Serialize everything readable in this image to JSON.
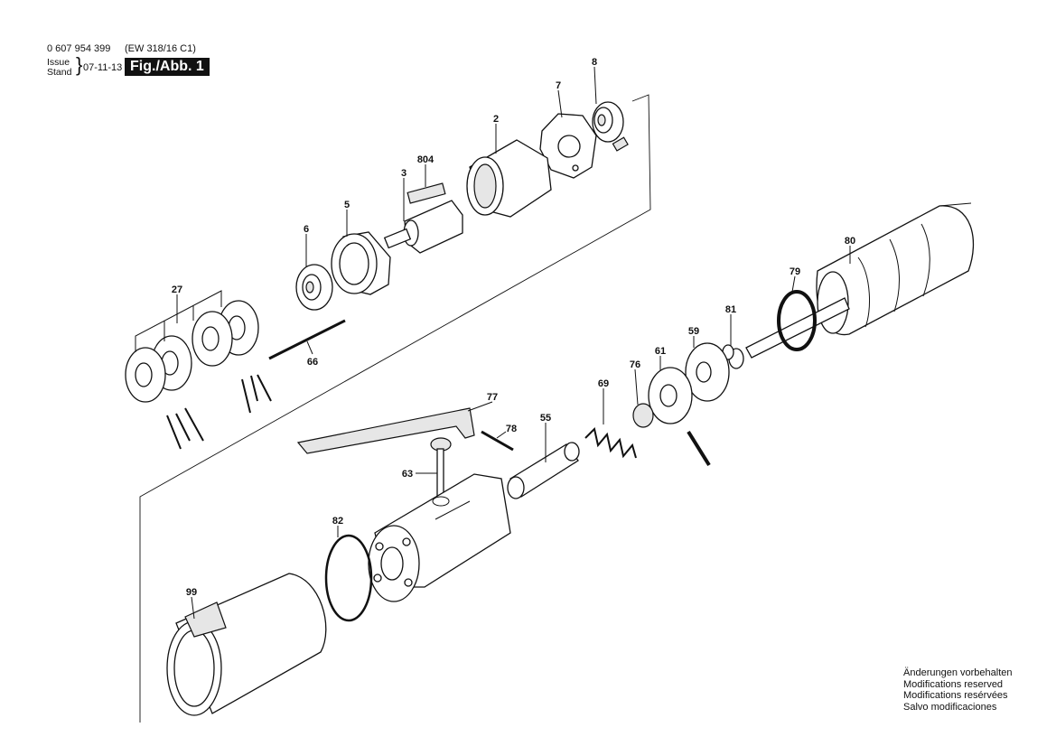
{
  "header": {
    "document_number": "0 607 954 399",
    "model": "(EW 318/16 C1)",
    "issue_label": "Issue",
    "stand_label": "Stand",
    "date": "07-11-13",
    "figure": "Fig./Abb. 1"
  },
  "notes": [
    "Änderungen vorbehalten",
    "Modifications reserved",
    "Modifications resérvées",
    "Salvo modificaciones"
  ],
  "part_labels": {
    "p8": "8",
    "p7": "7",
    "p2": "2",
    "p804": "804",
    "p3": "3",
    "p5": "5",
    "p6": "6",
    "p27": "27",
    "p66": "66",
    "p80": "80",
    "p79": "79",
    "p81": "81",
    "p59": "59",
    "p61": "61",
    "p76": "76",
    "p69": "69",
    "p77": "77",
    "p78": "78",
    "p55": "55",
    "p63": "63",
    "p82": "82",
    "p99": "99"
  }
}
